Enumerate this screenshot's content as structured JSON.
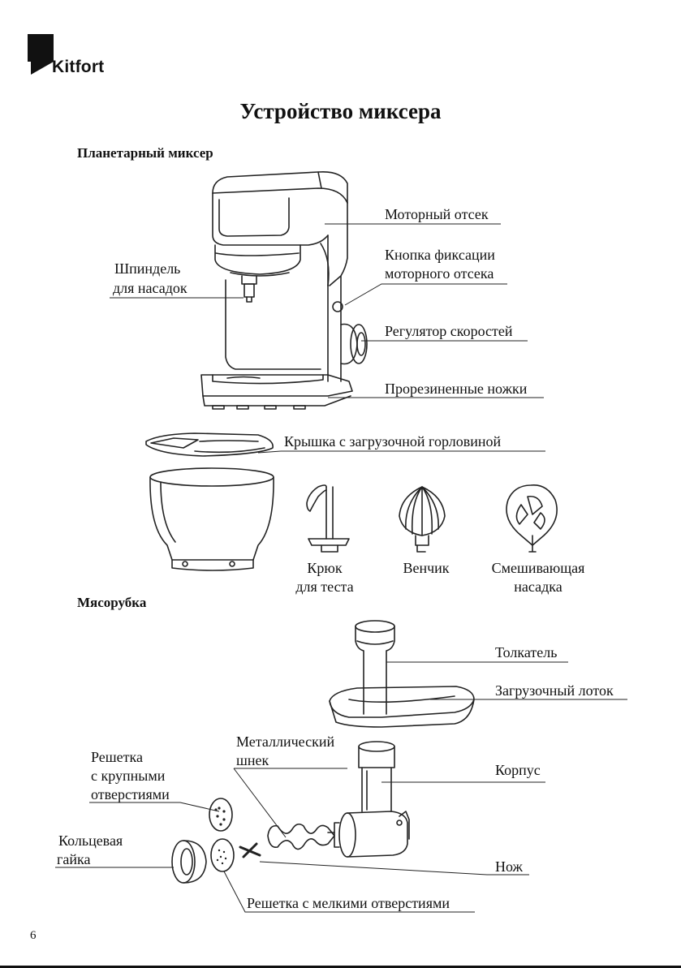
{
  "brand": {
    "name": "Kitfort"
  },
  "title": "Устройство миксера",
  "sections": {
    "mixer": "Планетарный миксер",
    "grinder": "Мясорубка"
  },
  "mixer_labels": {
    "motor": "Моторный отсек",
    "lock_button_1": "Кнопка фиксации",
    "lock_button_2": "моторного отсека",
    "spindle_1": "Шпиндель",
    "spindle_2": "для насадок",
    "speed": "Регулятор скоростей",
    "feet": "Прорезиненные ножки",
    "lid": "Крышка с загрузочной горловиной"
  },
  "attachments": {
    "hook_1": "Крюк",
    "hook_2": "для теста",
    "whisk": "Венчик",
    "beater_1": "Смешивающая",
    "beater_2": "насадка"
  },
  "grinder_labels": {
    "pusher": "Толкатель",
    "tray": "Загрузочный лоток",
    "auger_1": "Металлический",
    "auger_2": "шнек",
    "coarse_1": "Решетка",
    "coarse_2": "с крупными",
    "coarse_3": "отверстиями",
    "body": "Корпус",
    "nut_1": "Кольцевая",
    "nut_2": "гайка",
    "knife": "Нож",
    "fine": "Решетка с мелкими отверстиями"
  },
  "page_number": "6"
}
